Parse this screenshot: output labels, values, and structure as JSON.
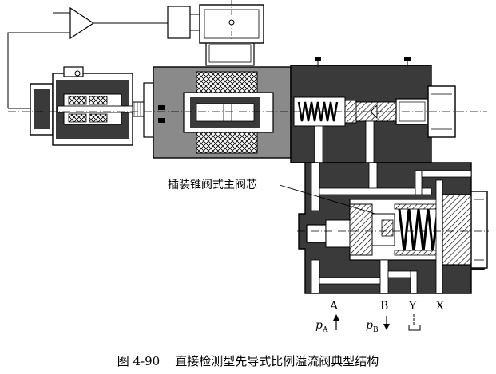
{
  "callout": "插装锥阀式主阀芯",
  "ports": {
    "a": "A",
    "b": "B",
    "y": "Y",
    "x": "X"
  },
  "flow": {
    "pa_sym": "p",
    "pa_sub": "A",
    "pb_sym": "p",
    "pb_sub": "B"
  },
  "caption": {
    "number": "图 4-90",
    "title": "直接检测型先导式比例溢流阀典型结构"
  },
  "colors": {
    "body": "#3a3a3a",
    "body_light": "#8a8a8a",
    "line": "#000000",
    "background": "#ffffff"
  }
}
